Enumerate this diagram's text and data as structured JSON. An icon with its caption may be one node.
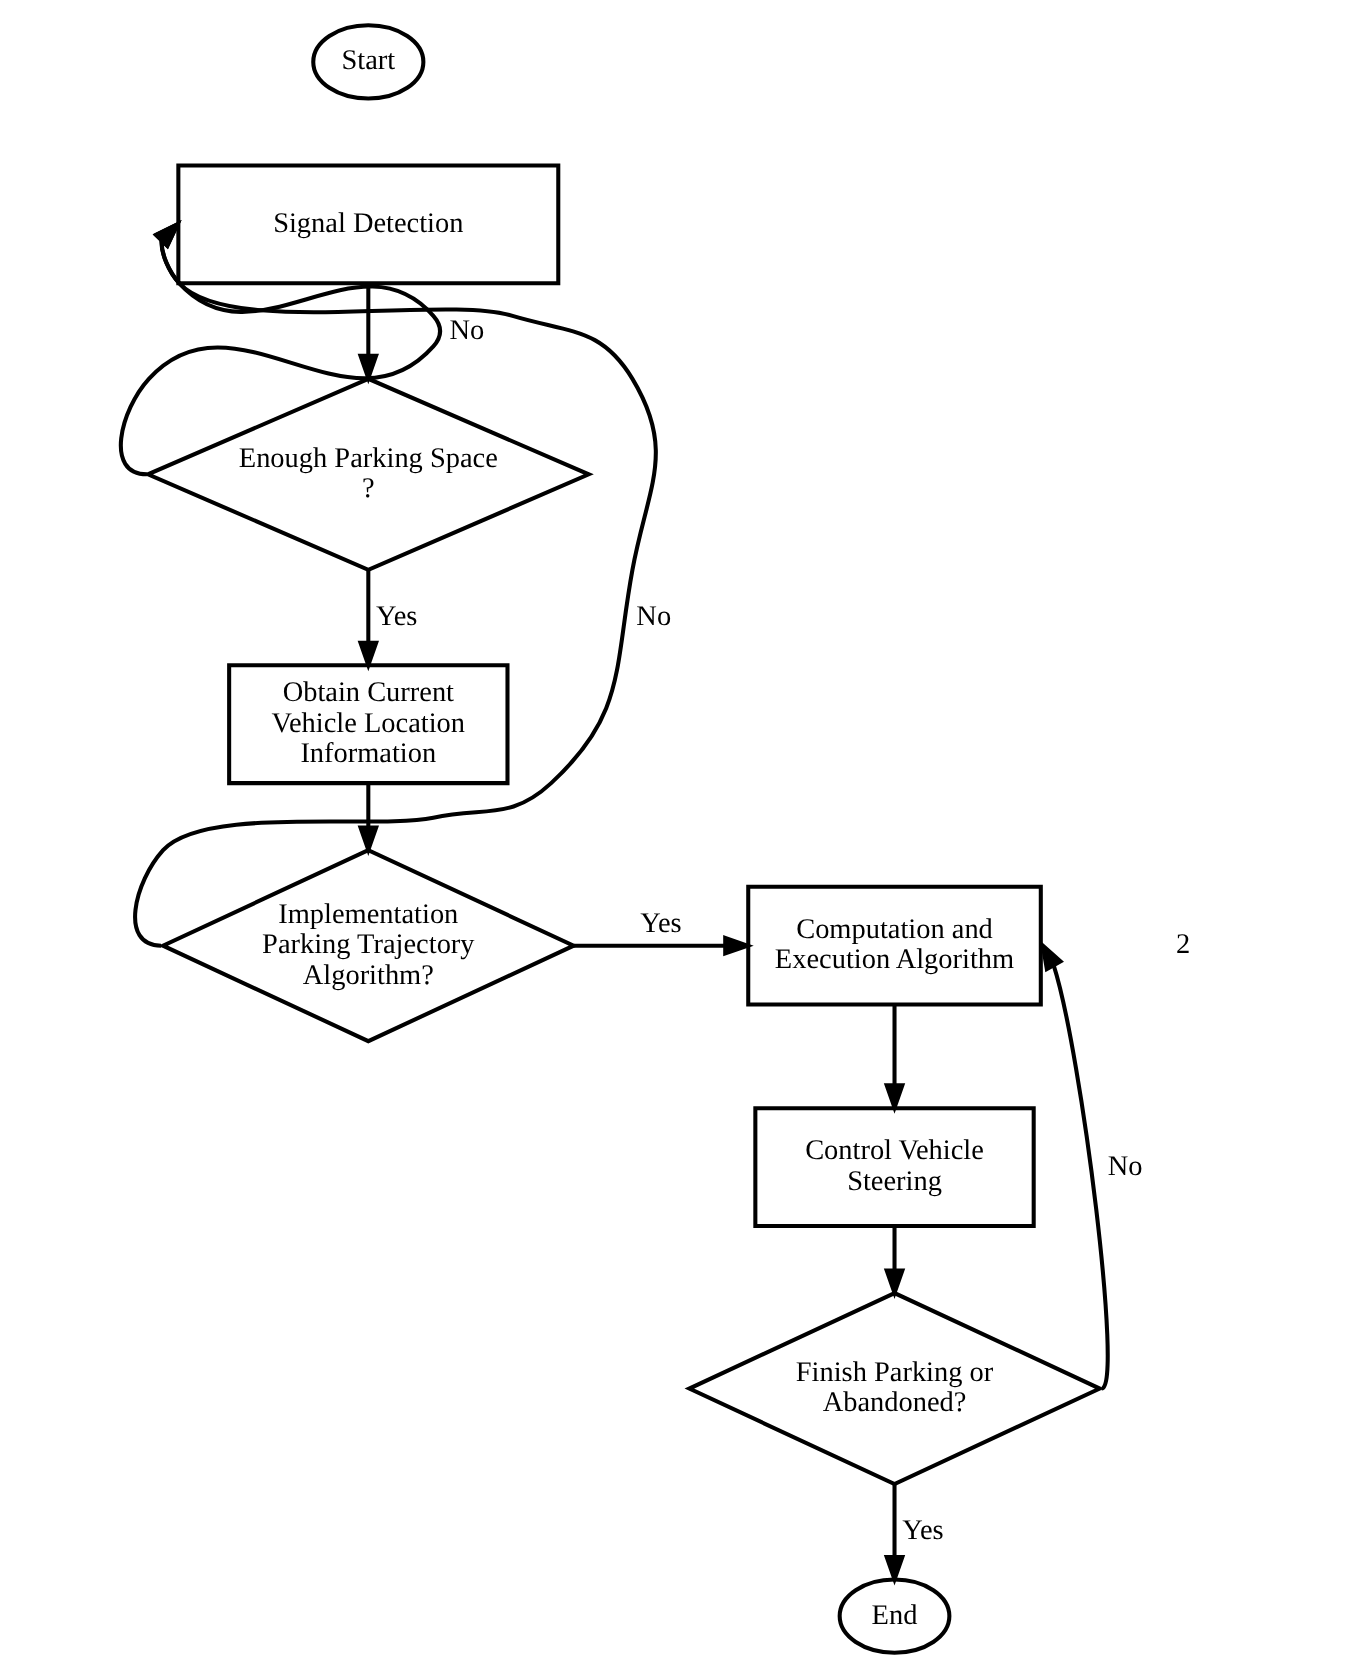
{
  "diagram": {
    "nodes": [
      {
        "text": [
          "Start"
        ]
      },
      {
        "text": [
          "Signal Detection"
        ]
      },
      {
        "text": [
          "Enough Parking Space ?"
        ]
      },
      {
        "text": [
          "Obtain Current Vehicle Location Information"
        ]
      },
      {
        "text": [
          "Implementation Parking Trajectory Algorithm?"
        ]
      },
      {
        "text": [
          "Computation and Execution Algorithm"
        ]
      },
      {
        "text": [
          "Control Vehicle Steering"
        ]
      },
      {
        "text": [
          "Finish Parking or Abandoned?"
        ]
      },
      {
        "text": [
          "End"
        ]
      }
    ],
    "edges": [
      {
        "from": 1,
        "to": 2,
        "arrow": "to"
      },
      {
        "from": 2,
        "to": 1,
        "arrow": "to",
        "label": "No"
      },
      {
        "from": 2,
        "to": 3,
        "arrow": "to",
        "label": "Yes"
      },
      {
        "from": 3,
        "to": 4,
        "arrow": "to"
      },
      {
        "from": 4,
        "to": 1,
        "arrow": "to",
        "label": "No"
      },
      {
        "from": 4,
        "to": 5,
        "arrow": "to",
        "label": "Yes"
      },
      {
        "from": 5,
        "to": 6,
        "arrow": "to"
      },
      {
        "from": 6,
        "to": 7,
        "arrow": "to"
      },
      {
        "from": 7,
        "to": 5,
        "arrow": "to",
        "label": "No"
      },
      {
        "from": 7,
        "to": 8,
        "arrow": "to",
        "label": "Yes"
      }
    ],
    "labels": [
      "2"
    ]
  }
}
